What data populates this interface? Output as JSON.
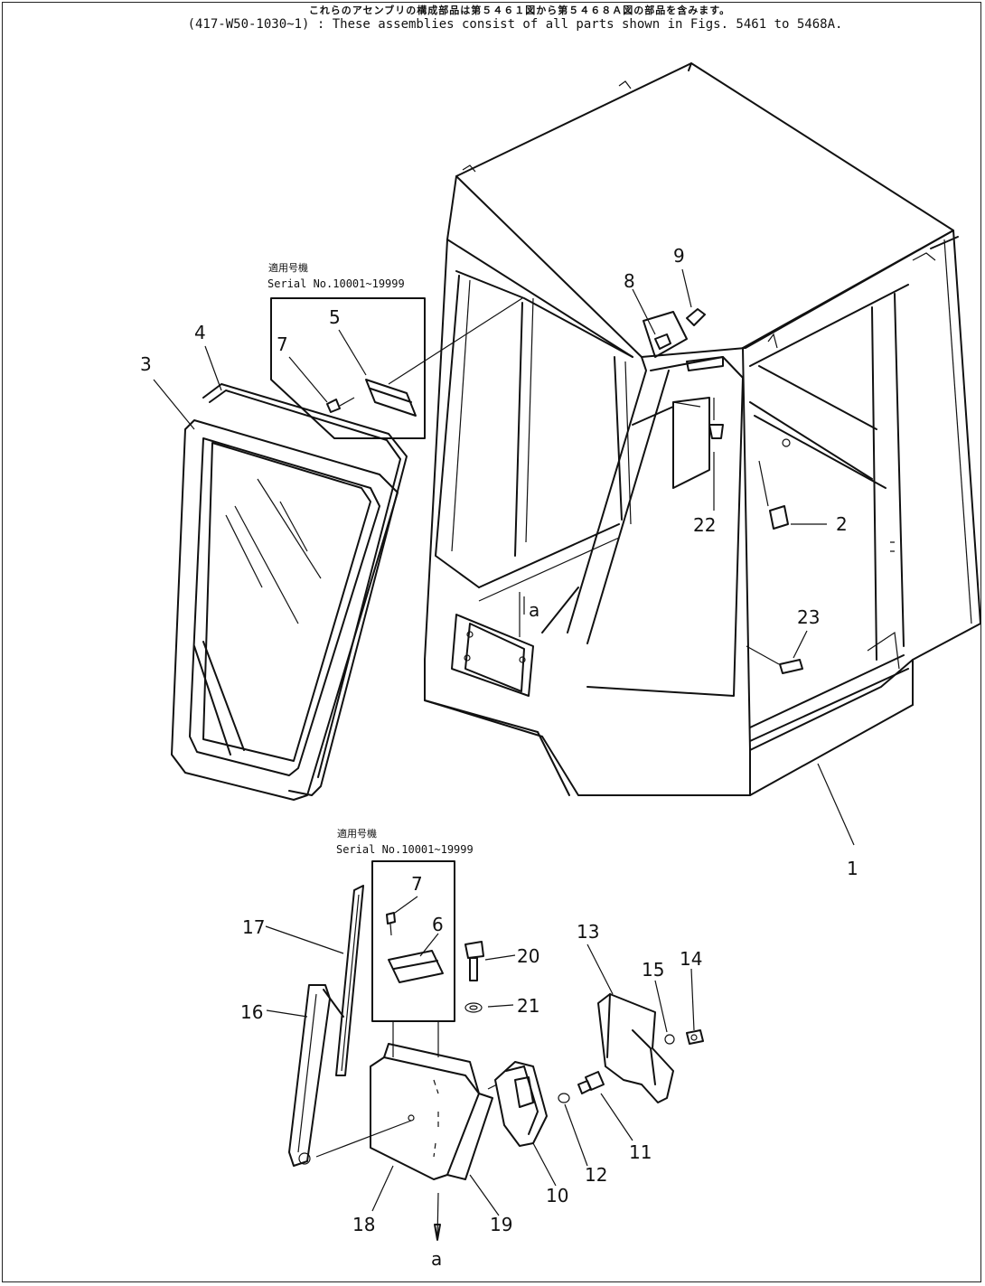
{
  "header": {
    "japanese": "これらのアセンブリの構成部品は第５４６１図から第５４６８Ａ図の部品を含みます。",
    "english": "(417-W50-1030~1) : These assemblies consist of all parts shown in Figs. 5461 to 5468A."
  },
  "insets": [
    {
      "label_jp": "適用号機",
      "serial": "Serial No.10001~19999"
    },
    {
      "label_jp": "適用号機",
      "serial": "Serial No.10001~19999"
    }
  ],
  "callouts": {
    "c1": "1",
    "c2": "2",
    "c3": "3",
    "c4": "4",
    "c5": "5",
    "c6": "6",
    "c7a": "7",
    "c7b": "7",
    "c8": "8",
    "c9": "9",
    "c10": "10",
    "c11": "11",
    "c12": "12",
    "c13": "13",
    "c14": "14",
    "c15": "15",
    "c16": "16",
    "c17": "17",
    "c18": "18",
    "c19": "19",
    "c20": "20",
    "c21": "21",
    "c22": "22",
    "c23": "23",
    "ca1": "a",
    "ca2": "a"
  }
}
